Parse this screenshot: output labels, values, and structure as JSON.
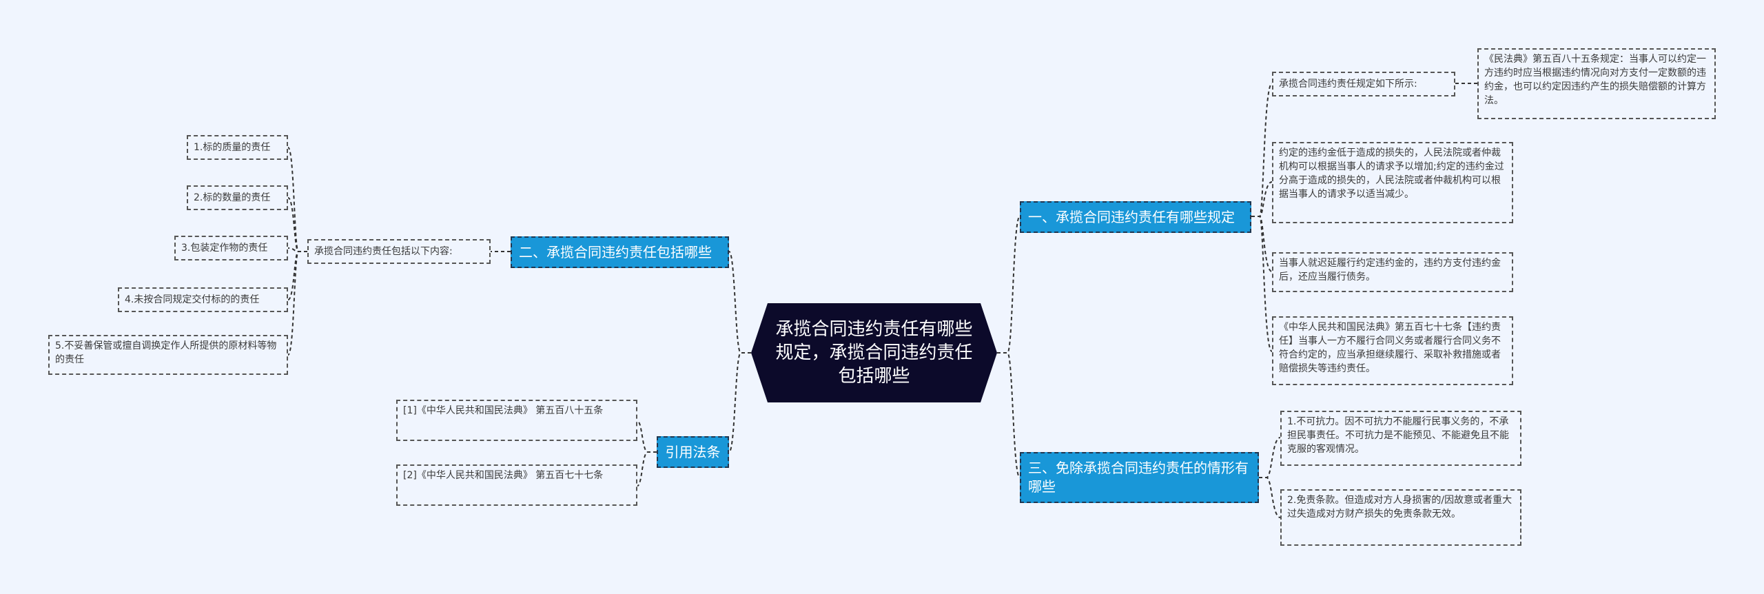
{
  "root": {
    "title": "承揽合同违约责任有哪些规定，承揽合同违约责任包括哪些"
  },
  "right": [
    {
      "label": "一、承揽合同违约责任有哪些规定",
      "items": [
        {
          "text": "承揽合同违约责任规定如下所示:",
          "child": "《民法典》第五百八十五条规定：当事人可以约定一方违约时应当根据违约情况向对方支付一定数额的违约金，也可以约定因违约产生的损失赔偿额的计算方法。"
        },
        {
          "text": "约定的违约金低于造成的损失的，人民法院或者仲裁机构可以根据当事人的请求予以增加;约定的违约金过分高于造成的损失的，人民法院或者仲裁机构可以根据当事人的请求予以适当减少。"
        },
        {
          "text": "当事人就迟延履行约定违约金的，违约方支付违约金后，还应当履行债务。"
        },
        {
          "text": "《中华人民共和国民法典》第五百七十七条【违约责任】当事人一方不履行合同义务或者履行合同义务不符合约定的，应当承担继续履行、采取补救措施或者赔偿损失等违约责任。"
        }
      ]
    },
    {
      "label": "三、免除承揽合同违约责任的情形有哪些",
      "items": [
        {
          "text": "1.不可抗力。因不可抗力不能履行民事义务的，不承担民事责任。不可抗力是不能预见、不能避免且不能克服的客观情况。"
        },
        {
          "text": "2.免责条款。但造成对方人身损害的/因故意或者重大过失造成对方财产损失的免责条款无效。"
        }
      ]
    }
  ],
  "left": [
    {
      "label": "二、承揽合同违约责任包括哪些",
      "intro": "承揽合同违约责任包括以下内容:",
      "items": [
        "1.标的质量的责任",
        "2.标的数量的责任",
        "3.包装定作物的责任",
        "4.未按合同规定交付标的的责任",
        "5.不妥善保管或擅自调换定作人所提供的原材料等物的责任"
      ]
    },
    {
      "label": "引用法条",
      "items": [
        "[1]《中华人民共和国民法典》 第五百八十五条",
        "[2]《中华人民共和国民法典》 第五百七十七条"
      ]
    }
  ]
}
